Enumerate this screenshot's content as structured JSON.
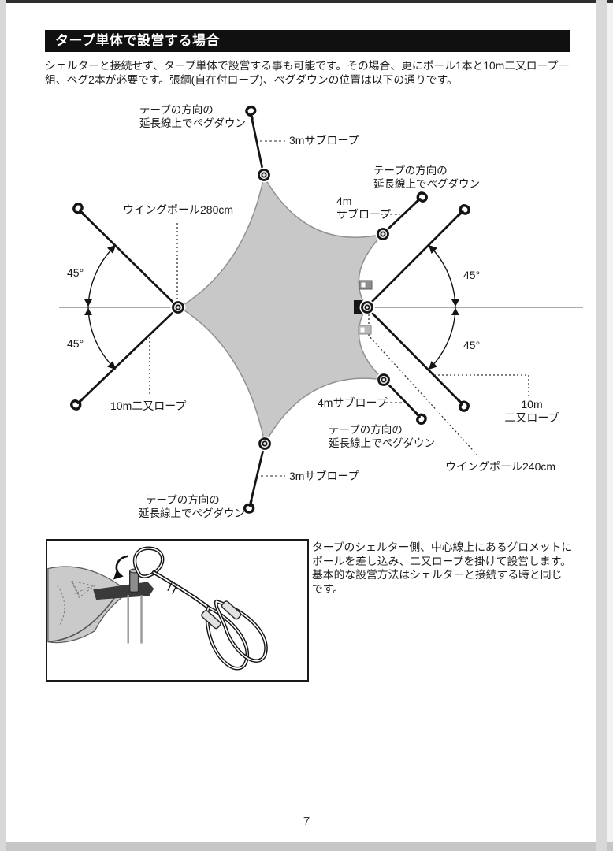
{
  "colors": {
    "header_bg": "#101010",
    "header_text": "#ffffff",
    "tarp_fill": "#c8c8c8",
    "line_dark": "#151515"
  },
  "header": {
    "title": "タープ単体で設営する場合"
  },
  "intro": {
    "line1": "シェルターと接続せず、タープ単体で設営する事も可能です。その場合、更にポール1本と10m二又ロープ一",
    "line2": "組、ペグ2本が必要です。張綱(自在付ロープ)、ペグダウンの位置は以下の通りです。"
  },
  "diagram": {
    "pegdown": {
      "line1": "テープの方向の",
      "line2": "延長線上でペグダウン"
    },
    "rope_3m": "3mサブロープ",
    "rope_4m": "4mサブロープ",
    "rope_4m_two_line": {
      "line1": "4m",
      "line2": "サブロープ"
    },
    "pole_280": "ウイングポール280cm",
    "pole_240": "ウイングポール240cm",
    "rope_10m": "10m二又ロープ",
    "rope_10m_two_line": {
      "line1": "10m",
      "line2": "二又ロープ"
    },
    "angle": "45°"
  },
  "note": {
    "line1": "タープのシェルター側、中心線上にあるグロメットに",
    "line2": "ポールを差し込み、二又ロープを掛けて設営します。",
    "line3": "基本的な設営方法はシェルターと接続する時と同じ",
    "line4": "です。"
  },
  "footer": {
    "page_number": "7"
  }
}
